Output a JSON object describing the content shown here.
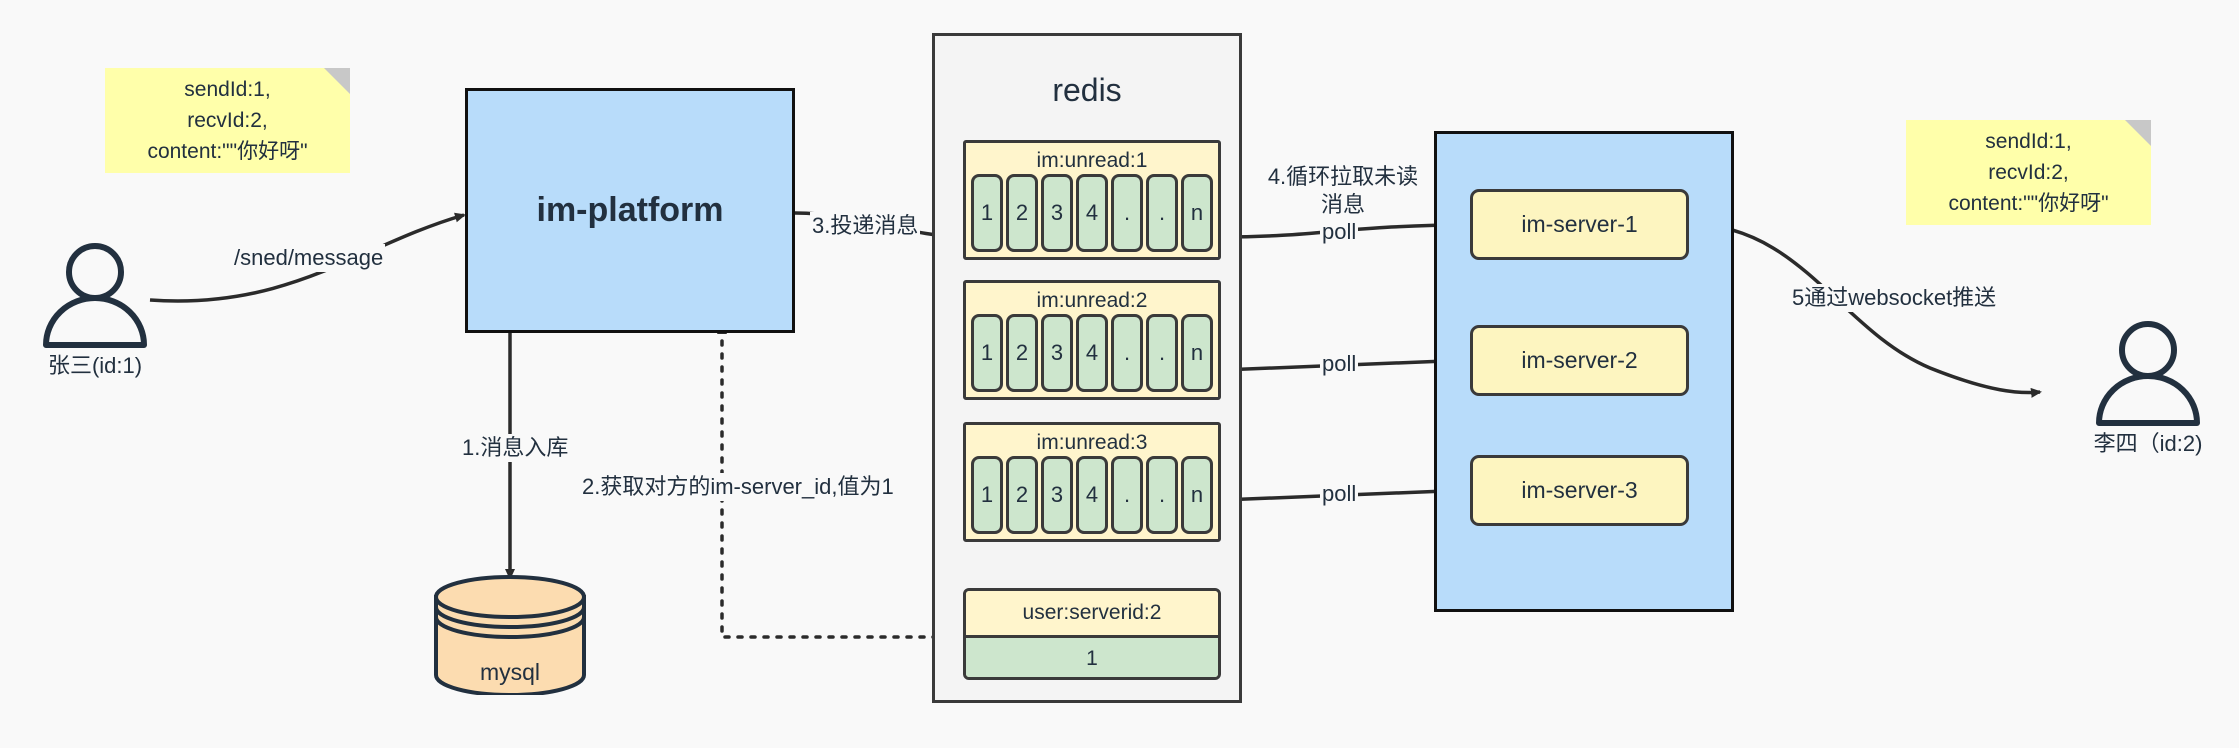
{
  "diagram": {
    "title": "IM message delivery architecture",
    "colors": {
      "background": "#f9f9f9",
      "note_yellow": "#ffffaa",
      "blue_fill": "#b8dcfa",
      "redis_fill": "#f4f4f4",
      "unread_fill": "#fff5cc",
      "cell_green": "#cde6cd",
      "server_yellow": "#fdf5c0",
      "mysql_orange": "#fcdcb0",
      "stroke": "#22303f"
    }
  },
  "notes": {
    "left": {
      "line1": "sendId:1,",
      "line2": "recvId:2,",
      "line3": "content:\"\"你好呀\""
    },
    "right": {
      "line1": "sendId:1,",
      "line2": "recvId:2,",
      "line3": "content:\"\"你好呀\""
    }
  },
  "actors": {
    "sender": {
      "name": "张三(id:1)",
      "icon": "user-icon"
    },
    "receiver": {
      "name": "李四（id:2)",
      "icon": "user-icon"
    }
  },
  "platform": {
    "label": "im-platform"
  },
  "datastore": {
    "label": "mysql",
    "icon": "database-cylinder-icon"
  },
  "redis": {
    "title": "redis",
    "lists": [
      {
        "key": "im:unread:1",
        "cells": [
          "1",
          "2",
          "3",
          "4",
          ".",
          ".",
          "n"
        ]
      },
      {
        "key": "im:unread:2",
        "cells": [
          "1",
          "2",
          "3",
          "4",
          ".",
          ".",
          "n"
        ]
      },
      {
        "key": "im:unread:3",
        "cells": [
          "1",
          "2",
          "3",
          "4",
          ".",
          ".",
          "n"
        ]
      }
    ],
    "kv": {
      "key": "user:serverid:2",
      "value": "1"
    }
  },
  "servers": {
    "items": [
      {
        "label": "im-server-1"
      },
      {
        "label": "im-server-2"
      },
      {
        "label": "im-server-3"
      }
    ]
  },
  "edges": {
    "send_message": "/sned/message",
    "step1": "1.消息入库",
    "step2": "2.获取对方的im-server_id,值为1",
    "step3": "3.投递消息",
    "step4": "4.循环拉取未读消息",
    "poll1": "poll",
    "poll2": "poll",
    "poll3": "poll",
    "step5": "5通过websocket推送"
  }
}
